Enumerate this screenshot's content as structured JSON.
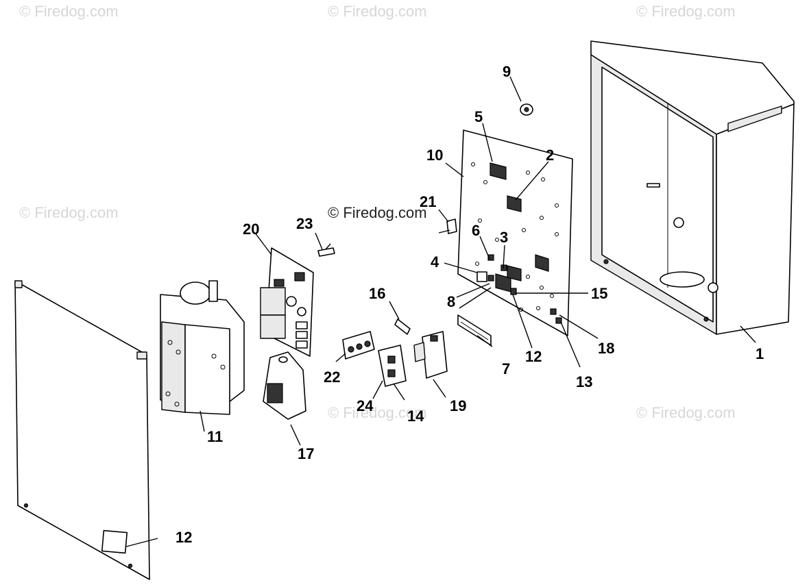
{
  "watermarks": {
    "text": "© Firedog.com",
    "center_text": "© Firedog.com"
  },
  "callouts": {
    "c1": "1",
    "c2": "2",
    "c3": "3",
    "c4": "4",
    "c5": "5",
    "c6": "6",
    "c7": "7",
    "c8": "8",
    "c9": "9",
    "c10": "10",
    "c11": "11",
    "c12a": "12",
    "c12b": "12",
    "c13": "13",
    "c14": "14",
    "c15": "15",
    "c16": "16",
    "c17": "17",
    "c18": "18",
    "c19": "19",
    "c20": "20",
    "c21": "21",
    "c22": "22",
    "c23": "23",
    "c24": "24"
  }
}
